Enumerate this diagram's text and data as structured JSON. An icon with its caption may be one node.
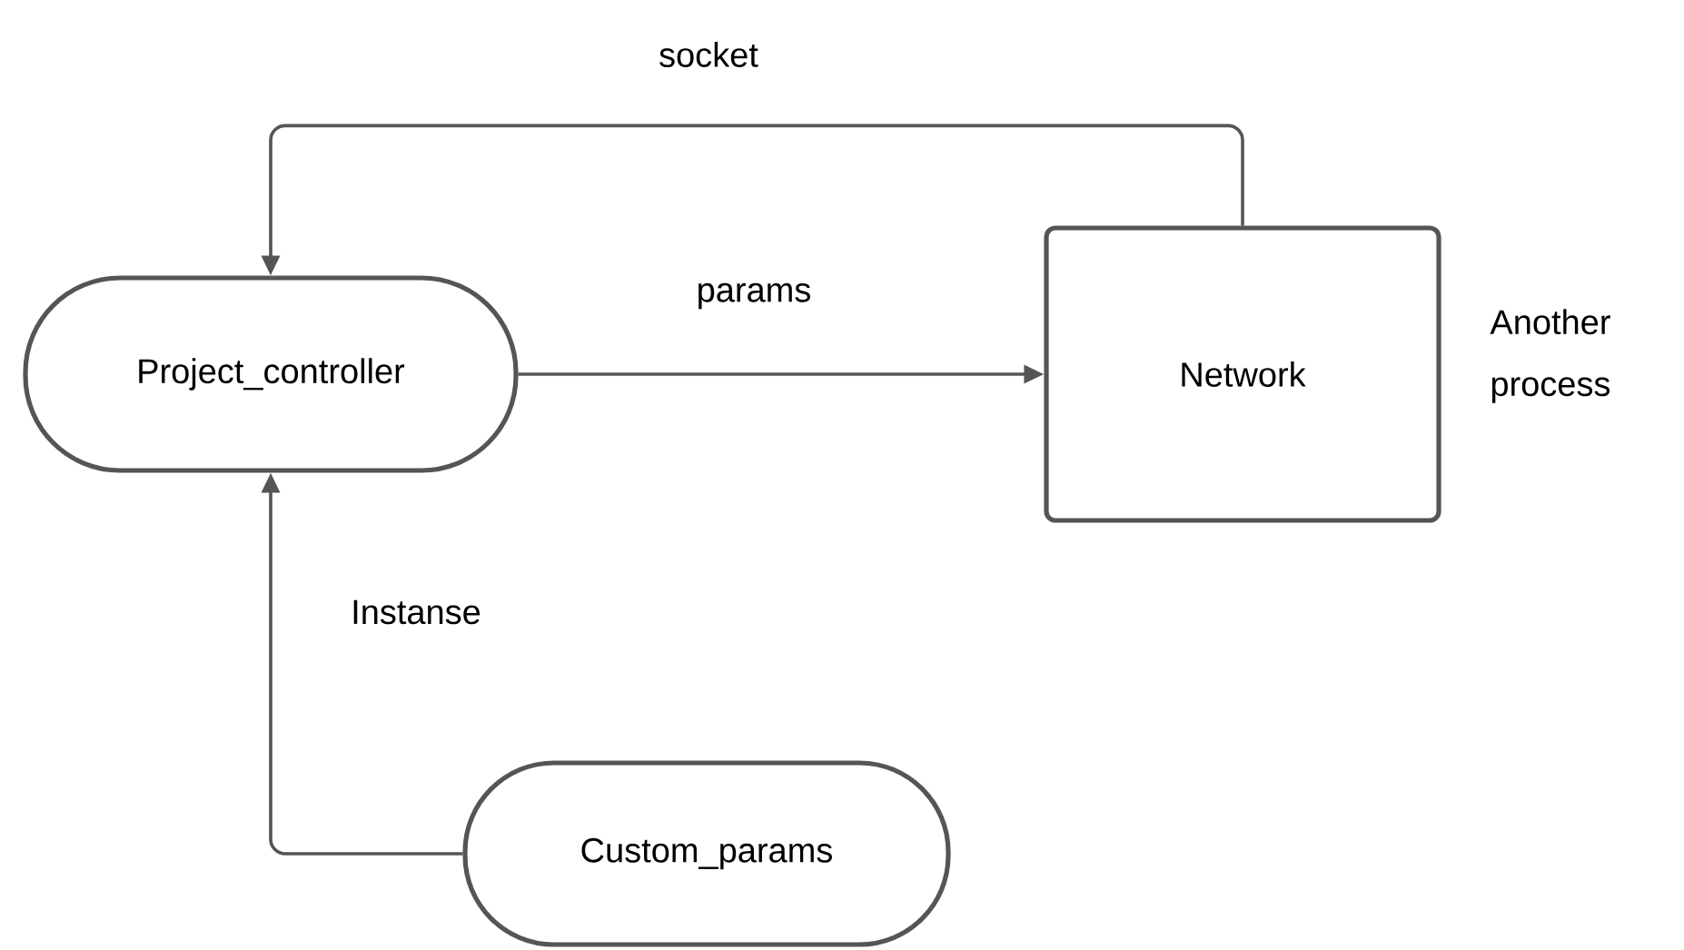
{
  "diagram": {
    "nodes": [
      {
        "text": [
          "Project_controller"
        ]
      },
      {
        "text": [
          "Network"
        ],
        "beside": [
          "Another process"
        ]
      },
      {
        "text": [
          "Custom_params"
        ]
      }
    ],
    "edges": [
      {
        "from": 1,
        "to": 0,
        "arrow": "to",
        "label": "socket"
      },
      {
        "from": 0,
        "to": 1,
        "arrow": "to",
        "label": "params"
      },
      {
        "from": 2,
        "to": 0,
        "arrow": "to",
        "label": "Instanse"
      }
    ]
  }
}
